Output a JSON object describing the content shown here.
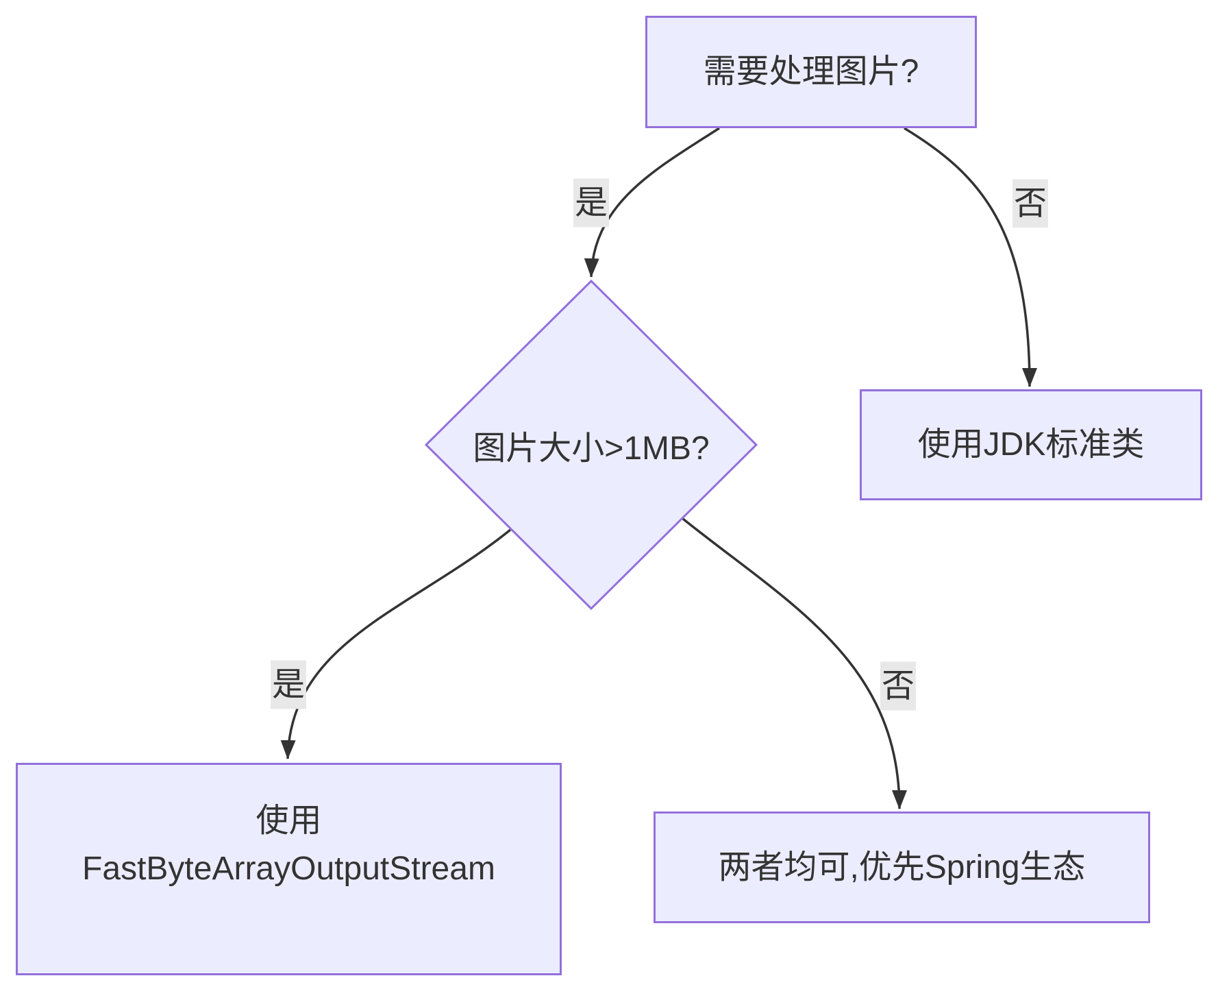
{
  "diagram": {
    "type": "flowchart-decision-tree",
    "nodes": {
      "a": {
        "label": "需要处理图片?"
      },
      "b": {
        "label": "图片大小>1MB?"
      },
      "c": {
        "label": "使用JDK标准类"
      },
      "d": {
        "line1": "使用",
        "line2": "FastByteArrayOutputStream"
      },
      "e": {
        "label": "两者均可,优先Spring生态"
      }
    },
    "edge_labels": {
      "a_to_b": "是",
      "a_to_c": "否",
      "b_to_d": "是",
      "b_to_e": "否"
    },
    "colors": {
      "node_fill": "#ECECFF",
      "node_border": "#9370DB",
      "edge_line": "#333333",
      "edge_label_bg": "#E8E8E8",
      "text": "#333333",
      "background": "#FFFFFF"
    }
  }
}
